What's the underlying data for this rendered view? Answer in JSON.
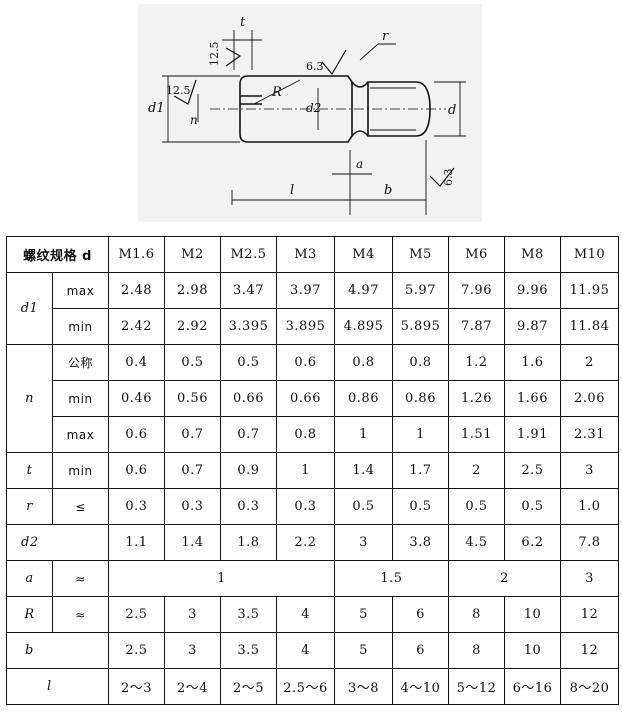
{
  "drawing": {
    "labels": {
      "t": "t",
      "r": "r",
      "d1": "d1",
      "d2": "d2",
      "d": "d",
      "n": "n",
      "R": "R",
      "a": "a",
      "l": "l",
      "b": "b",
      "rough_12_5_top": "12.5",
      "rough_12_5_left": "12.5",
      "rough_6_3_top": "6.3",
      "rough_6_3_right": "6.3"
    }
  },
  "table": {
    "caption": "螺纹规格 d",
    "sizes": [
      "M1.6",
      "M2",
      "M2.5",
      "M3",
      "M4",
      "M5",
      "M6",
      "M8",
      "M10"
    ],
    "rows": {
      "d1": {
        "label": "d1",
        "max": {
          "sub": "max",
          "values": [
            "2.48",
            "2.98",
            "3.47",
            "3.97",
            "4.97",
            "5.97",
            "7.96",
            "9.96",
            "11.95"
          ]
        },
        "min": {
          "sub": "min",
          "values": [
            "2.42",
            "2.92",
            "3.395",
            "3.895",
            "4.895",
            "5.895",
            "7.87",
            "9.87",
            "11.84"
          ]
        }
      },
      "n": {
        "label": "n",
        "nom": {
          "sub": "公称",
          "values": [
            "0.4",
            "0.5",
            "0.5",
            "0.6",
            "0.8",
            "0.8",
            "1.2",
            "1.6",
            "2"
          ]
        },
        "min": {
          "sub": "min",
          "values": [
            "0.46",
            "0.56",
            "0.66",
            "0.66",
            "0.86",
            "0.86",
            "1.26",
            "1.66",
            "2.06"
          ]
        },
        "max": {
          "sub": "max",
          "values": [
            "0.6",
            "0.7",
            "0.7",
            "0.8",
            "1",
            "1",
            "1.51",
            "1.91",
            "2.31"
          ]
        }
      },
      "t": {
        "label": "t",
        "sub": "min",
        "values": [
          "0.6",
          "0.7",
          "0.9",
          "1",
          "1.4",
          "1.7",
          "2",
          "2.5",
          "3"
        ]
      },
      "r": {
        "label": "r",
        "sub": "≤",
        "values": [
          "0.3",
          "0.3",
          "0.3",
          "0.3",
          "0.5",
          "0.5",
          "0.5",
          "0.5",
          "1.0"
        ]
      },
      "d2": {
        "label": "d2",
        "values": [
          "1.1",
          "1.4",
          "1.8",
          "2.2",
          "3",
          "3.8",
          "4.5",
          "6.2",
          "7.8"
        ]
      },
      "a": {
        "label": "a",
        "sub": "≈",
        "groups": [
          "1",
          "1.5",
          "2",
          "3"
        ]
      },
      "R": {
        "label": "R",
        "sub": "≈",
        "values": [
          "2.5",
          "3",
          "3.5",
          "4",
          "5",
          "6",
          "8",
          "10",
          "12"
        ]
      },
      "b": {
        "label": "b",
        "values": [
          "2.5",
          "3",
          "3.5",
          "4",
          "5",
          "6",
          "8",
          "10",
          "12"
        ]
      },
      "l": {
        "label": "l",
        "values": [
          "2～3",
          "2～4",
          "2～5",
          "2.5～6",
          "3～8",
          "4～10",
          "5～12",
          "6～16",
          "8～20"
        ]
      }
    }
  }
}
